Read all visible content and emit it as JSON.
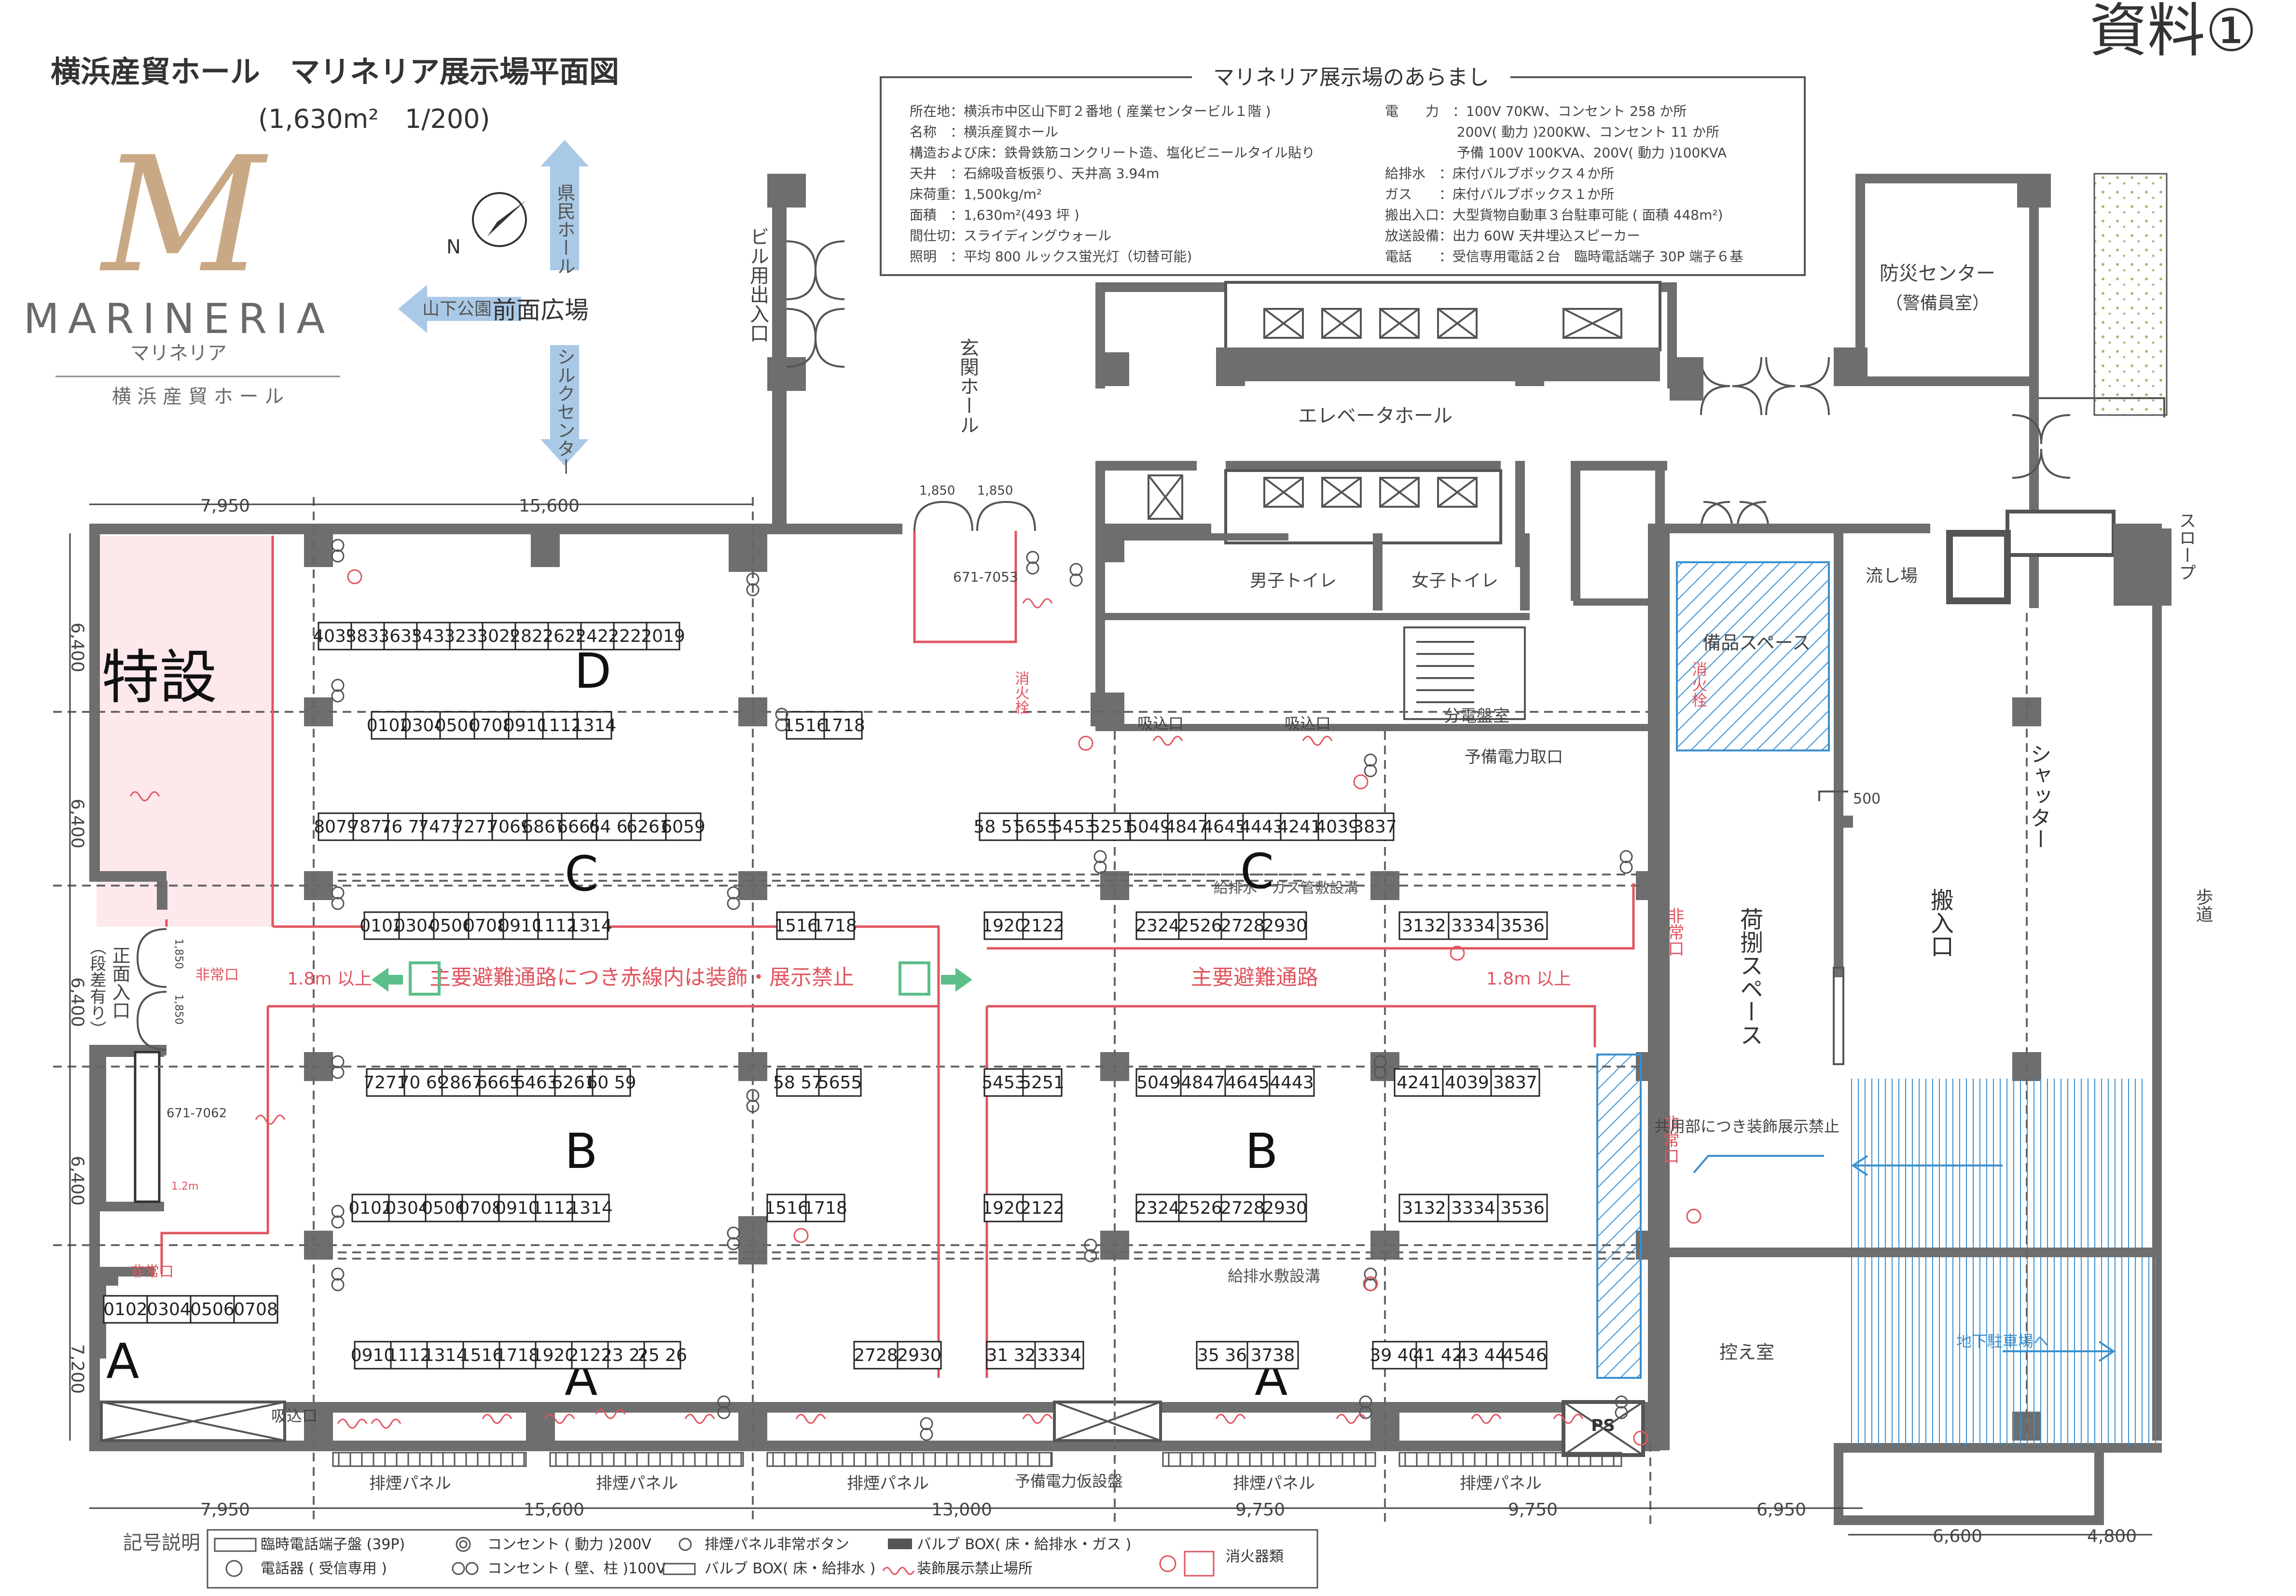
{
  "header": {
    "title": "横浜産貿ホール　マリネリア展示場平面図",
    "subtitle": "(1,630m²　1/200)",
    "doc_label": "資料①"
  },
  "logo": {
    "monogram": "M",
    "name": "MARINERIA",
    "kana": "マリネリア",
    "sub": "横 浜 産 貿 ホ ー ル"
  },
  "compass": {
    "north": "県民ホール",
    "south": "シルクセンター",
    "west": "山下公園",
    "plaza": "前面広場",
    "n_mark": "N"
  },
  "summary": {
    "title": "マリネリア展示場のあらまし",
    "left": [
      "所在地：横浜市中区山下町２番地 ( 産業センタービル１階 )",
      "名称　：横浜産貿ホール",
      "構造および床：鉄骨鉄筋コンクリート造、塩化ビニールタイル貼り",
      "天井　：石綿吸音板張り、天井高 3.94m",
      "床荷重：1,500kg/m²",
      "面積　：1,630m²(493 坪 )",
      "間仕切：スライディングウォール",
      "照明　：平均 800 ルックス蛍光灯（切替可能)"
    ],
    "right": [
      "電　　力　：100V  70KW、コンセント 258 か所",
      "　　　　　  200V( 動力 )200KW、コンセント 11 か所",
      "　　　　　  予備 100V  100KVA、200V( 動力 )100KVA",
      "給排水　：床付バルブボックス４か所",
      "ガス　　：床付バルブボックス１か所",
      "搬出入口：大型貨物自動車３台駐車可能 ( 面積 448m²)",
      "放送設備：出力 60W 天井埋込スピーカー",
      "電話　　：受信専用電話２台　臨時電話端子 30P 端子６基"
    ]
  },
  "rooms": {
    "building_entrance": "ビル用出入口",
    "genkan": "玄関ホール",
    "elevator_hall": "エレベータホール",
    "mens": "男子トイレ",
    "womens": "女子トイレ",
    "bosai": "防災センター",
    "bosai_sub": "（警備員室）",
    "slope": "スロープ",
    "nagashi": "流し場",
    "bihin": "備品スペース",
    "shokasen": "消火栓",
    "shokasen2": "消火栓",
    "bunden": "分電盤室",
    "yobi_toridashi": "予備電力取口",
    "kyunyu1": "吸込口",
    "kyunyu2": "吸込口",
    "kyunyu3": "吸込口",
    "shutter": "シャッター",
    "nimotsu": "荷捌スペース",
    "hannyu": "搬入口",
    "hodo": "歩道",
    "hikae": "控え室",
    "chika": "地下駐車場へ",
    "kyoyo": "共用部につき装飾展示禁止",
    "ps": "PS",
    "tokusetsu": "特設",
    "front_entrance": "正面入口",
    "step": "（段差有り）",
    "hijo1": "非常口",
    "hijo2": "非常口",
    "hijo3": "非常口",
    "hijo4": "非常口",
    "kyuhaisui1": "給排水・ガス管敷設溝",
    "kyuhaisui2": "給排水敷設溝",
    "haien1": "排煙パネル",
    "haien2": "排煙パネル",
    "haien3": "排煙パネル",
    "haien4": "排煙パネル",
    "haien5": "排煙パネル",
    "yobi_kari": "予備電力仮設盤",
    "tel1": "671-7053",
    "tel2": "671-7062",
    "escape_main": "主要避難通路につき赤線内は装飾・展示禁止",
    "escape_right": "主要避難通路",
    "over1": "1.8m 以上",
    "over2": "1.8m 以上",
    "m12": "1.2m",
    "d1850a": "1,850",
    "d1850b": "1,850",
    "d1850c": "1,850",
    "d1850d": "1,850",
    "d500": "500"
  },
  "dims": {
    "top": [
      "7,950",
      "15,600"
    ],
    "bottom": [
      "7,950",
      "15,600",
      "13,000",
      "9,750",
      "9,750",
      "6,950"
    ],
    "bottom_right": [
      "6,600",
      "4,800"
    ],
    "left": [
      "6,400",
      "6,400",
      "6,400",
      "6,400",
      "7,200"
    ]
  },
  "zones": {
    "D": "D",
    "C1": "C",
    "C2": "C",
    "B1": "B",
    "B2": "B",
    "A1": "A",
    "A2": "A",
    "A3": "A"
  },
  "booths": {
    "r1": [
      "4039",
      "3837",
      "3635",
      "3433",
      "3231",
      "3029",
      "2827",
      "2625",
      "2423",
      "2221",
      "2019"
    ],
    "r2a": [
      "0102",
      "0304",
      "0506",
      "0708",
      "0910",
      "1112",
      "1314"
    ],
    "r2b": [
      "1516",
      "1718"
    ],
    "r3a": [
      "8079",
      "7877",
      "76 75",
      "7473",
      "7271",
      "7069",
      "6867",
      "6665",
      "64 63",
      "6261",
      "6059"
    ],
    "r3b": [
      "58 57",
      "5655",
      "5453",
      "5251",
      "5049",
      "4847",
      "4645",
      "4443",
      "4241",
      "4039",
      "3837"
    ],
    "r4a": [
      "0102",
      "0304",
      "0506",
      "0708",
      "0910",
      "1112",
      "1314"
    ],
    "r4b": [
      "1516",
      "1718"
    ],
    "r4c": [
      "1920",
      "2122"
    ],
    "r4d": [
      "2324",
      "2526",
      "2728",
      "2930"
    ],
    "r4e": [
      "3132",
      "3334",
      "3536"
    ],
    "r5a": [
      "7271",
      "70 69",
      "2867",
      "6665",
      "6463",
      "6261",
      "60 59"
    ],
    "r5b": [
      "58 57",
      "5655"
    ],
    "r5c": [
      "5453",
      "5251"
    ],
    "r5d": [
      "5049",
      "4847",
      "4645",
      "4443"
    ],
    "r5e": [
      "4241",
      "4039",
      "3837"
    ],
    "r6a": [
      "0102",
      "0304",
      "0506",
      "0708",
      "0910",
      "1112",
      "1314"
    ],
    "r6b": [
      "1516",
      "1718"
    ],
    "r6c": [
      "1920",
      "2122"
    ],
    "r6d": [
      "2324",
      "2526",
      "2728",
      "2930"
    ],
    "r6e": [
      "3132",
      "3334",
      "3536"
    ],
    "r7": [
      "0102",
      "0304",
      "0506",
      "0708"
    ],
    "r8a": [
      "0910",
      "1112",
      "1314",
      "1516",
      "1718",
      "1920",
      "2122",
      "23 24",
      "25 26"
    ],
    "r8b": [
      "2728",
      "2930"
    ],
    "r8c": [
      "31 32",
      "3334"
    ],
    "r8d": [
      "35 36",
      "3738"
    ],
    "r8e": [
      "39 40",
      "41 42",
      "43 44",
      "4546"
    ]
  },
  "legend": {
    "title": "記号説明",
    "items": [
      "臨時電話端子盤 (39P)",
      "電話器 ( 受信専用 )",
      "コンセント ( 動力 )200V",
      "コンセント ( 壁、柱 )100V",
      "排煙パネル非常ボタン",
      "バルブ BOX( 床・給排水 )",
      "バルブ BOX( 床・給排水・ガス )",
      "装飾展示禁止場所",
      "消火器類"
    ]
  },
  "colors": {
    "wall": "#6e6e6e",
    "escape_line": "#e0555f",
    "tokusetsu_fill": "#fde8ec",
    "hatch": "#3a8fcf",
    "arrow": "#a9c9e6",
    "escape_green": "#5bbf8a"
  }
}
